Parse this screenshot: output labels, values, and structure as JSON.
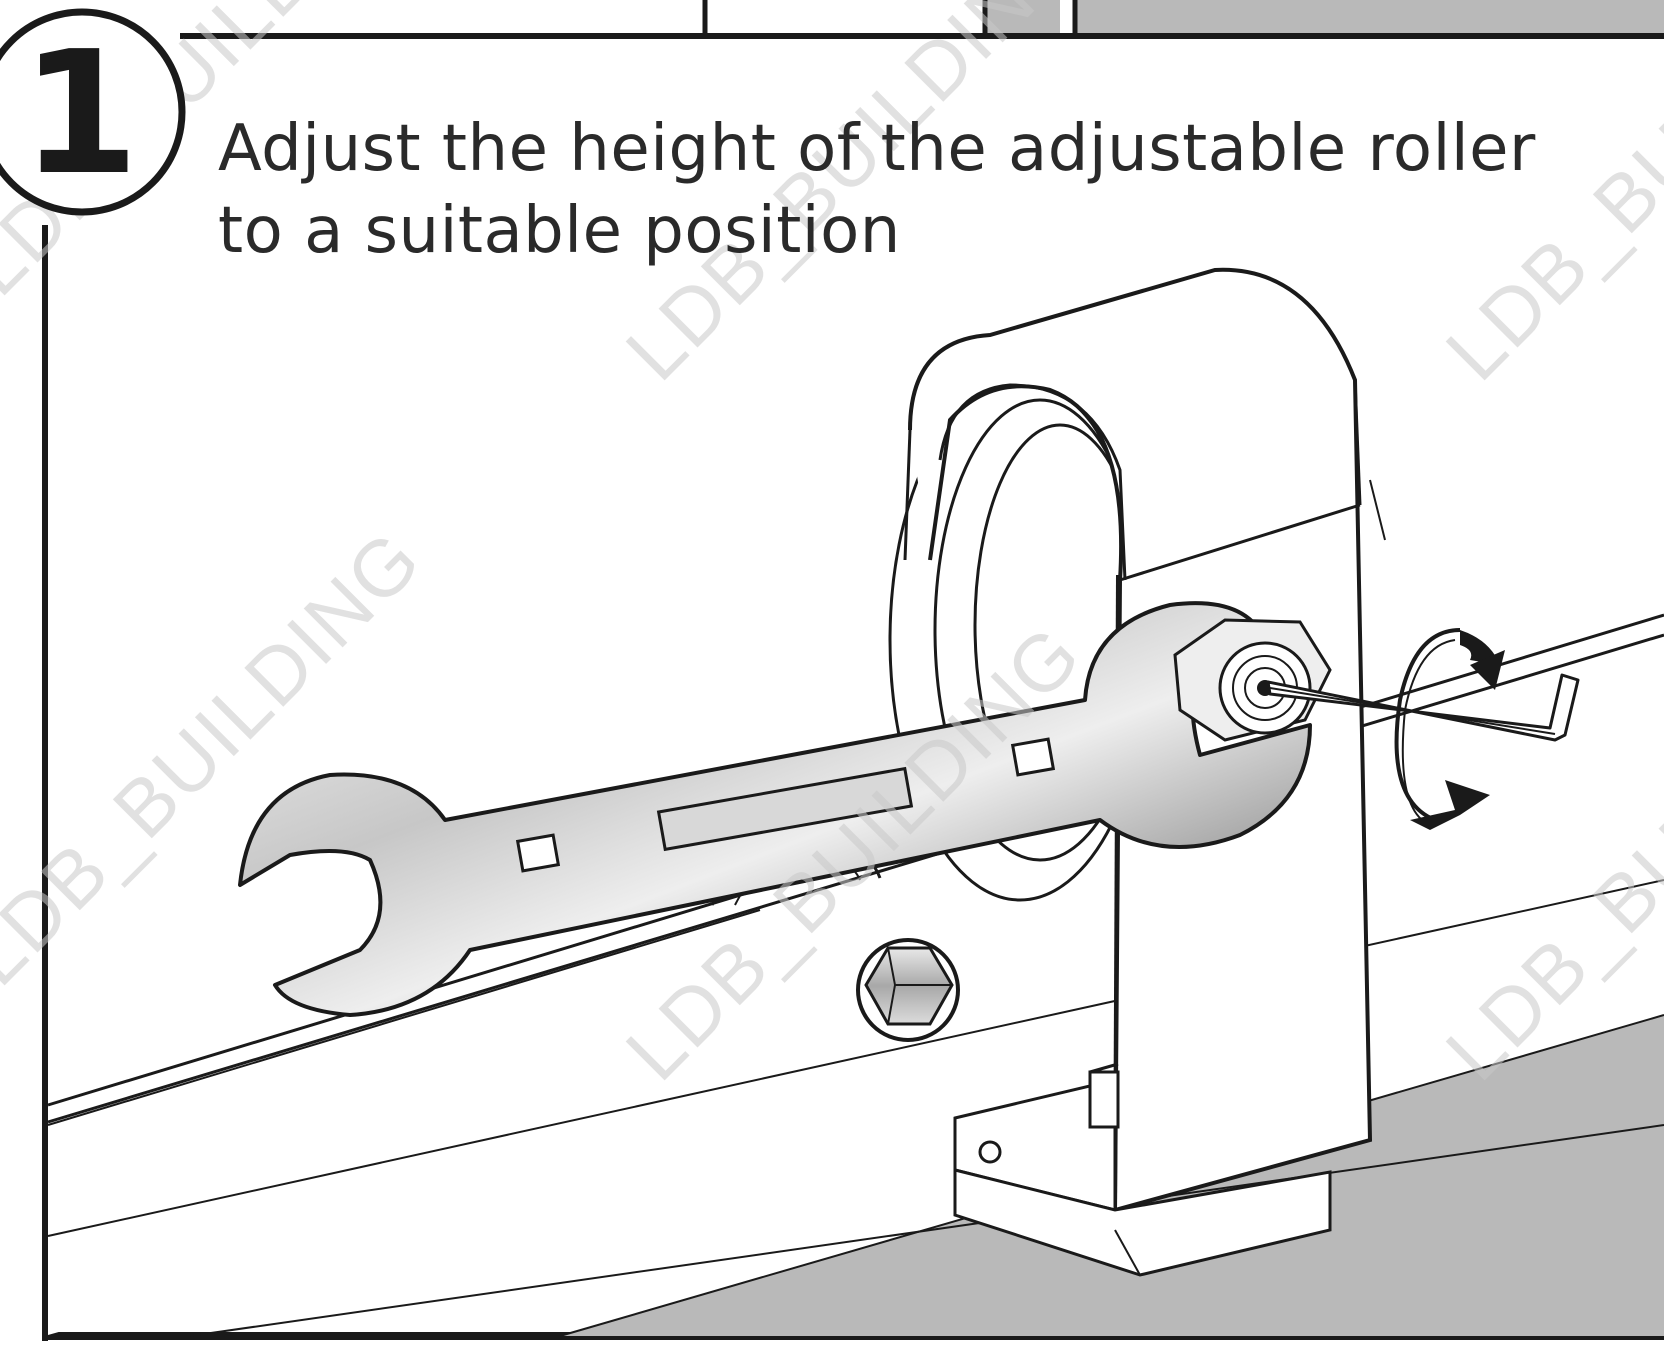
{
  "step": {
    "number": "1",
    "instruction_line1": "Adjust the height of the adjustable roller",
    "instruction_line2": "to a suitable position"
  },
  "watermark": {
    "text": "LDB_BUILDING"
  },
  "icons": {
    "wrench": "open-end-wrench-icon",
    "hex_key": "allen-key-icon",
    "rotation": "rotation-arrow-icon"
  },
  "colors": {
    "outline": "#1a1a1a",
    "metal_light": "#f2f2f2",
    "metal_dark": "#8e8e8e",
    "floor_gray": "#b9b9b9",
    "watermark": "#c9c9c9"
  }
}
